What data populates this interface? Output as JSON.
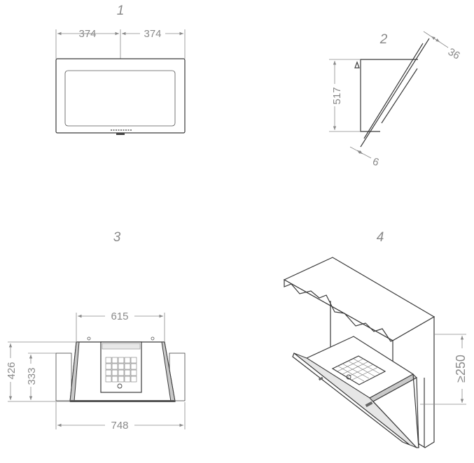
{
  "views": [
    {
      "number": "1"
    },
    {
      "number": "2"
    },
    {
      "number": "3"
    },
    {
      "number": "4"
    }
  ],
  "dimensions": {
    "view1": {
      "left_half": "374",
      "right_half": "374"
    },
    "view2": {
      "height": "517",
      "thickness_top": "36",
      "thickness_bottom": "6"
    },
    "view3": {
      "top_width": "615",
      "total_height": "426",
      "inner_height": "333",
      "total_width": "748"
    },
    "view4": {
      "min_clearance": "≥250"
    }
  }
}
